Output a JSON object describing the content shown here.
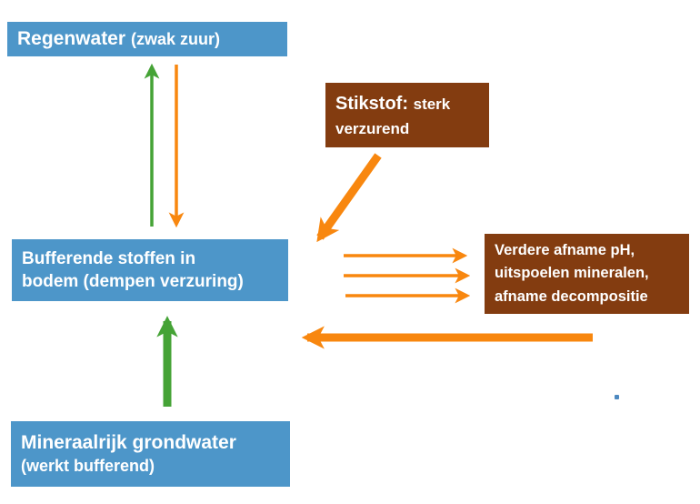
{
  "colors": {
    "box-blue": "#4D96C9",
    "box-brown": "#833C10",
    "arrow-orange": "#F8870F",
    "arrow-green": "#45A336",
    "speck-blue": "#2E74B5"
  },
  "boxes": {
    "regenwater": {
      "title": "Regenwater",
      "subtitle": "(zwak zuur)"
    },
    "stikstof": {
      "title": "Stikstof:",
      "subtitle": "sterk verzurend"
    },
    "bufferende": {
      "line1": "Bufferende stoffen in",
      "line2": "bodem (dempen verzuring)"
    },
    "gevolgen": {
      "line1": "Verdere afname pH,",
      "line2": "uitspoelen mineralen,",
      "line3": "afname decompositie"
    },
    "grondwater": {
      "title": "Mineraalrijk grondwater",
      "subtitle": "(werkt bufferend)"
    }
  },
  "arrows": [
    {
      "name": "bodem-to-regenwater",
      "color": "green",
      "style": "thin",
      "direction": "up"
    },
    {
      "name": "regenwater-to-bodem",
      "color": "orange",
      "style": "thin",
      "direction": "down"
    },
    {
      "name": "stikstof-to-bodem",
      "color": "orange",
      "style": "thick",
      "direction": "down-left"
    },
    {
      "name": "bodem-to-gevolgen-1",
      "color": "orange",
      "style": "thin",
      "direction": "right"
    },
    {
      "name": "bodem-to-gevolgen-2",
      "color": "orange",
      "style": "thin",
      "direction": "right"
    },
    {
      "name": "bodem-to-gevolgen-3",
      "color": "orange",
      "style": "thin",
      "direction": "right"
    },
    {
      "name": "gevolgen-to-bodem",
      "color": "orange",
      "style": "thick",
      "direction": "left"
    },
    {
      "name": "grondwater-to-bodem",
      "color": "green",
      "style": "thick",
      "direction": "up"
    }
  ]
}
